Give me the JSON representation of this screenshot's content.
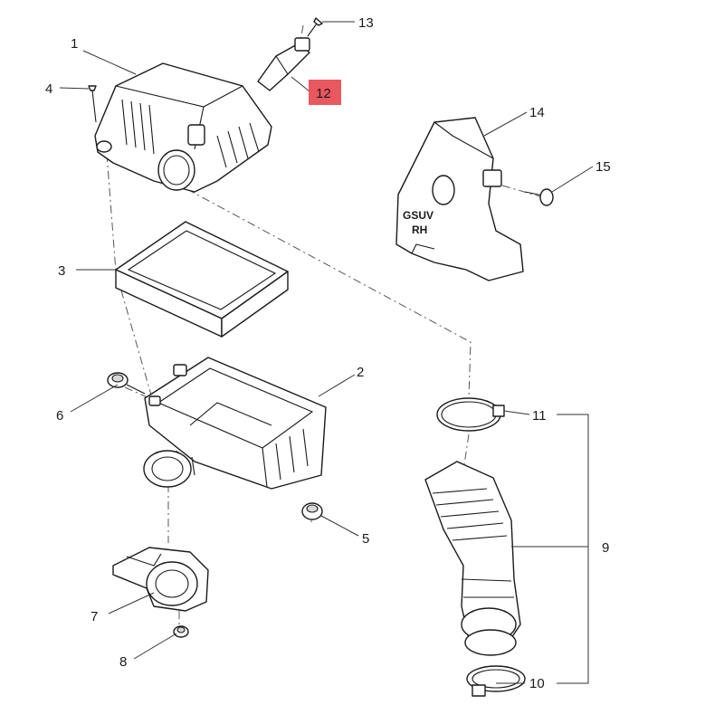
{
  "labels": {
    "p1": "1",
    "p2": "2",
    "p3": "3",
    "p4": "4",
    "p5": "5",
    "p6": "6",
    "p7": "7",
    "p8": "8",
    "p9": "9",
    "p10": "10",
    "p11": "11",
    "p12": "12",
    "p13": "13",
    "p14": "14",
    "p15": "15"
  },
  "emboss": {
    "line1": "GSUV",
    "line2": "RH"
  },
  "colors": {
    "highlight": "#e8585e",
    "line": "#1a1a1a"
  }
}
